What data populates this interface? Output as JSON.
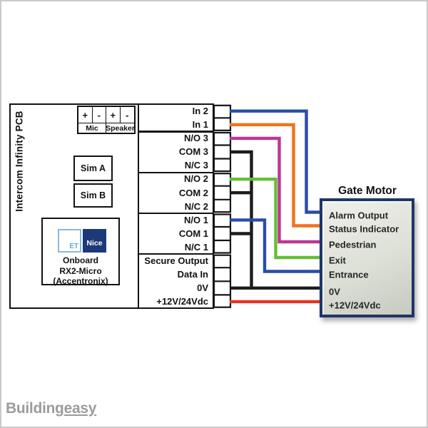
{
  "watermark": {
    "part1": "Building",
    "part2": "easy"
  },
  "pcb": {
    "title": "Intercom Infinity PCB",
    "mic_speaker": {
      "terminals": [
        "+",
        "-",
        "+",
        "-"
      ],
      "mic_label": "Mic",
      "speaker_label": "Speaker"
    },
    "sim_a_label": "Sim A",
    "sim_b_label": "Sim B",
    "onboard_module": {
      "et_label": "ET",
      "nice_label": "Nice",
      "line1": "Onboard",
      "line2": "RX2-Micro",
      "line3": "(Accentronix)"
    },
    "terminals": [
      {
        "label": "In 2"
      },
      {
        "label": "In 1"
      },
      {
        "label": "N/O 3"
      },
      {
        "label": "COM 3"
      },
      {
        "label": "N/C 3"
      },
      {
        "label": "N/O 2"
      },
      {
        "label": "COM 2"
      },
      {
        "label": "N/C 2"
      },
      {
        "label": "N/O 1"
      },
      {
        "label": "COM 1"
      },
      {
        "label": "N/C 1"
      },
      {
        "label": "Secure Output"
      },
      {
        "label": "Data In"
      },
      {
        "label": "0V"
      },
      {
        "label": "+12V/24Vdc"
      }
    ]
  },
  "gate_motor": {
    "title": "Gate Motor",
    "ports": [
      {
        "label": "Alarm Output"
      },
      {
        "label": "Status Indicator"
      },
      {
        "label": "Pedestrian"
      },
      {
        "label": "Exit"
      },
      {
        "label": "Entrance"
      },
      {
        "label": "0V"
      },
      {
        "label": "+12V/24Vdc"
      }
    ]
  },
  "wires": [
    {
      "from": "In 2",
      "to": "Alarm Output",
      "color": "#2a4da8"
    },
    {
      "from": "In 1",
      "to": "Status Indicator",
      "color": "#f2711c"
    },
    {
      "from": "N/O 3",
      "to": "Pedestrian",
      "color": "#bf3596"
    },
    {
      "from": "COM 3",
      "to": "0V common",
      "color": "#1c1c1c"
    },
    {
      "from": "N/O 2",
      "to": "Exit",
      "color": "#64bf35"
    },
    {
      "from": "COM 2",
      "to": "0V common",
      "color": "#1c1c1c"
    },
    {
      "from": "N/O 1",
      "to": "Entrance",
      "color": "#2a4da8"
    },
    {
      "from": "COM 1",
      "to": "0V common",
      "color": "#1c1c1c"
    },
    {
      "from": "0V",
      "to": "0V",
      "color": "#1c1c1c"
    },
    {
      "from": "+12V/24Vdc",
      "to": "+12V/24Vdc",
      "color": "#e63324"
    }
  ]
}
